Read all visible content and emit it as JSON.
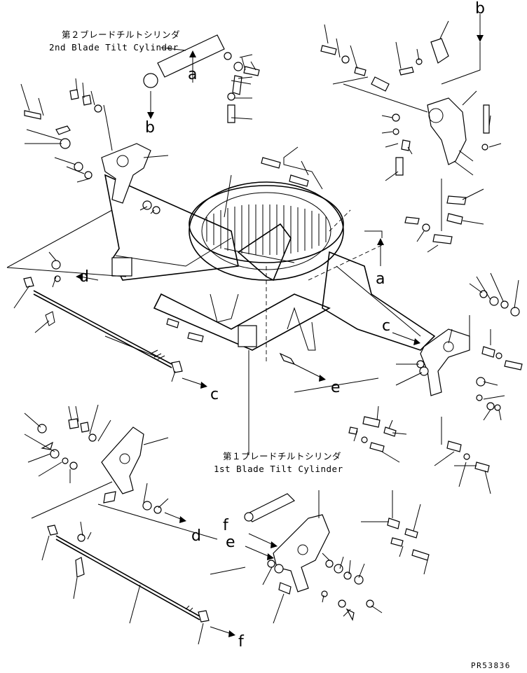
{
  "captions": {
    "cyl2_jp": "第２ブレードチルトシリンダ",
    "cyl2_en": "2nd Blade Tilt Cylinder",
    "cyl1_jp": "第１ブレードチルトシリンダ",
    "cyl1_en": "1st Blade Tilt Cylinder"
  },
  "refs": {
    "a_top": "a",
    "a_right": "a",
    "b_left": "b",
    "b_right": "b",
    "c_right": "c",
    "c_bottom": "c",
    "d_left": "d",
    "d_lower": "d",
    "e_center": "e",
    "e_bottom": "e",
    "f_upper": "f",
    "f_bottom": "f"
  },
  "drawing_code": "PR53836"
}
